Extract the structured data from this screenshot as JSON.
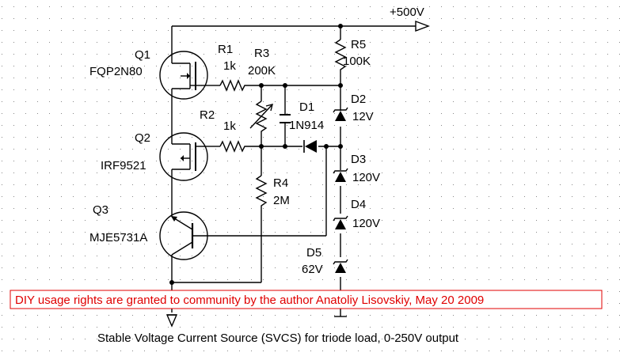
{
  "schematic": {
    "supply_label": "+500V",
    "q1": {
      "ref": "Q1",
      "part": "FQP2N80"
    },
    "q2": {
      "ref": "Q2",
      "part": "IRF9521"
    },
    "q3": {
      "ref": "Q3",
      "part": "MJE5731A"
    },
    "r1": {
      "ref": "R1",
      "value": "1k"
    },
    "r2": {
      "ref": "R2",
      "value": "1k"
    },
    "r3": {
      "ref": "R3",
      "value": "200K"
    },
    "r4": {
      "ref": "R4",
      "value": "2M"
    },
    "r5": {
      "ref": "R5",
      "value": "100K"
    },
    "d1": {
      "ref": "D1",
      "part": "1N914"
    },
    "d2": {
      "ref": "D2",
      "value": "12V"
    },
    "d3": {
      "ref": "D3",
      "value": "120V"
    },
    "d4": {
      "ref": "D4",
      "value": "120V"
    },
    "d5": {
      "ref": "D5",
      "value": "62V"
    }
  },
  "notice": "DIY usage rights are granted to community by the author Anatoliy Lisovskiy, May 20 2009",
  "caption": "Stable Voltage Current Source  (SVCS) for triode load, 0-250V output",
  "colors": {
    "notice": "#e00000",
    "wire": "#000000",
    "grid": "#888888"
  }
}
